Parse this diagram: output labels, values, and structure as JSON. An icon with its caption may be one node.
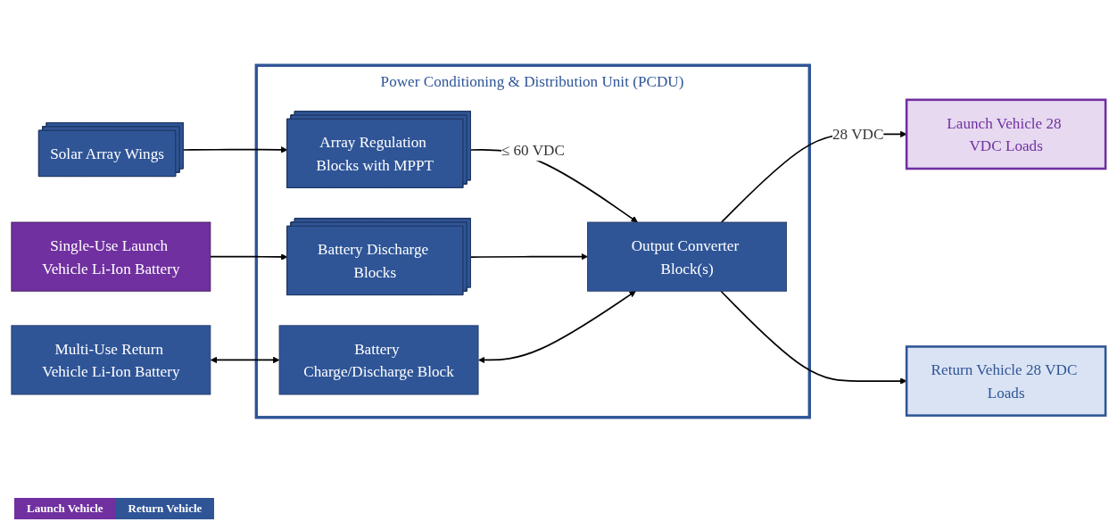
{
  "diagram": {
    "nodes": [
      {
        "text": [
          "Single-Use Launch Vehicle Li-Ion Battery"
        ]
      },
      {
        "text": [
          "Multi-Use Return Vehicle Li-Ion Battery"
        ]
      },
      {
        "text": [
          "Power Conditioning & Distribution Unit (PCDU)"
        ]
      },
      {
        "text": [
          "Battery Discharge Blocks"
        ],
        "in": 2
      },
      {
        "text": [
          "Battery Charge/Discharge Block"
        ],
        "in": 2
      },
      {
        "text": [
          "Solar Array Wings"
        ]
      },
      {
        "text": [
          "Array Regulation Blocks with MPPT"
        ],
        "in": 2
      },
      {
        "text": [
          "Output Converter Block(s)"
        ],
        "in": 2
      },
      {
        "text": [
          "Launch Vehicle 28 VDC Loads"
        ]
      },
      {
        "text": [
          "Return Vehicle 28 VDC Loads"
        ]
      }
    ],
    "edges": [
      {
        "from": 0,
        "to": 3,
        "arrow": "to"
      },
      {
        "from": 1,
        "to": 4,
        "arrow": "both"
      },
      {
        "from": 5,
        "to": 6,
        "arrow": "to"
      },
      {
        "from": 6,
        "to": 7,
        "arrow": "to",
        "label": "≤ 60 VDC"
      },
      {
        "from": 3,
        "to": 7,
        "arrow": "to"
      },
      {
        "from": 4,
        "to": 7,
        "arrow": "both"
      },
      {
        "from": 7,
        "to": 8,
        "arrow": "to",
        "label": "28 VDC"
      },
      {
        "from": 7,
        "to": 9,
        "arrow": "to"
      }
    ],
    "legend": [
      {
        "text": "Launch Vehicle",
        "color": "#7030a0"
      },
      {
        "text": "Return Vehicle",
        "color": "#2f5597"
      }
    ]
  }
}
